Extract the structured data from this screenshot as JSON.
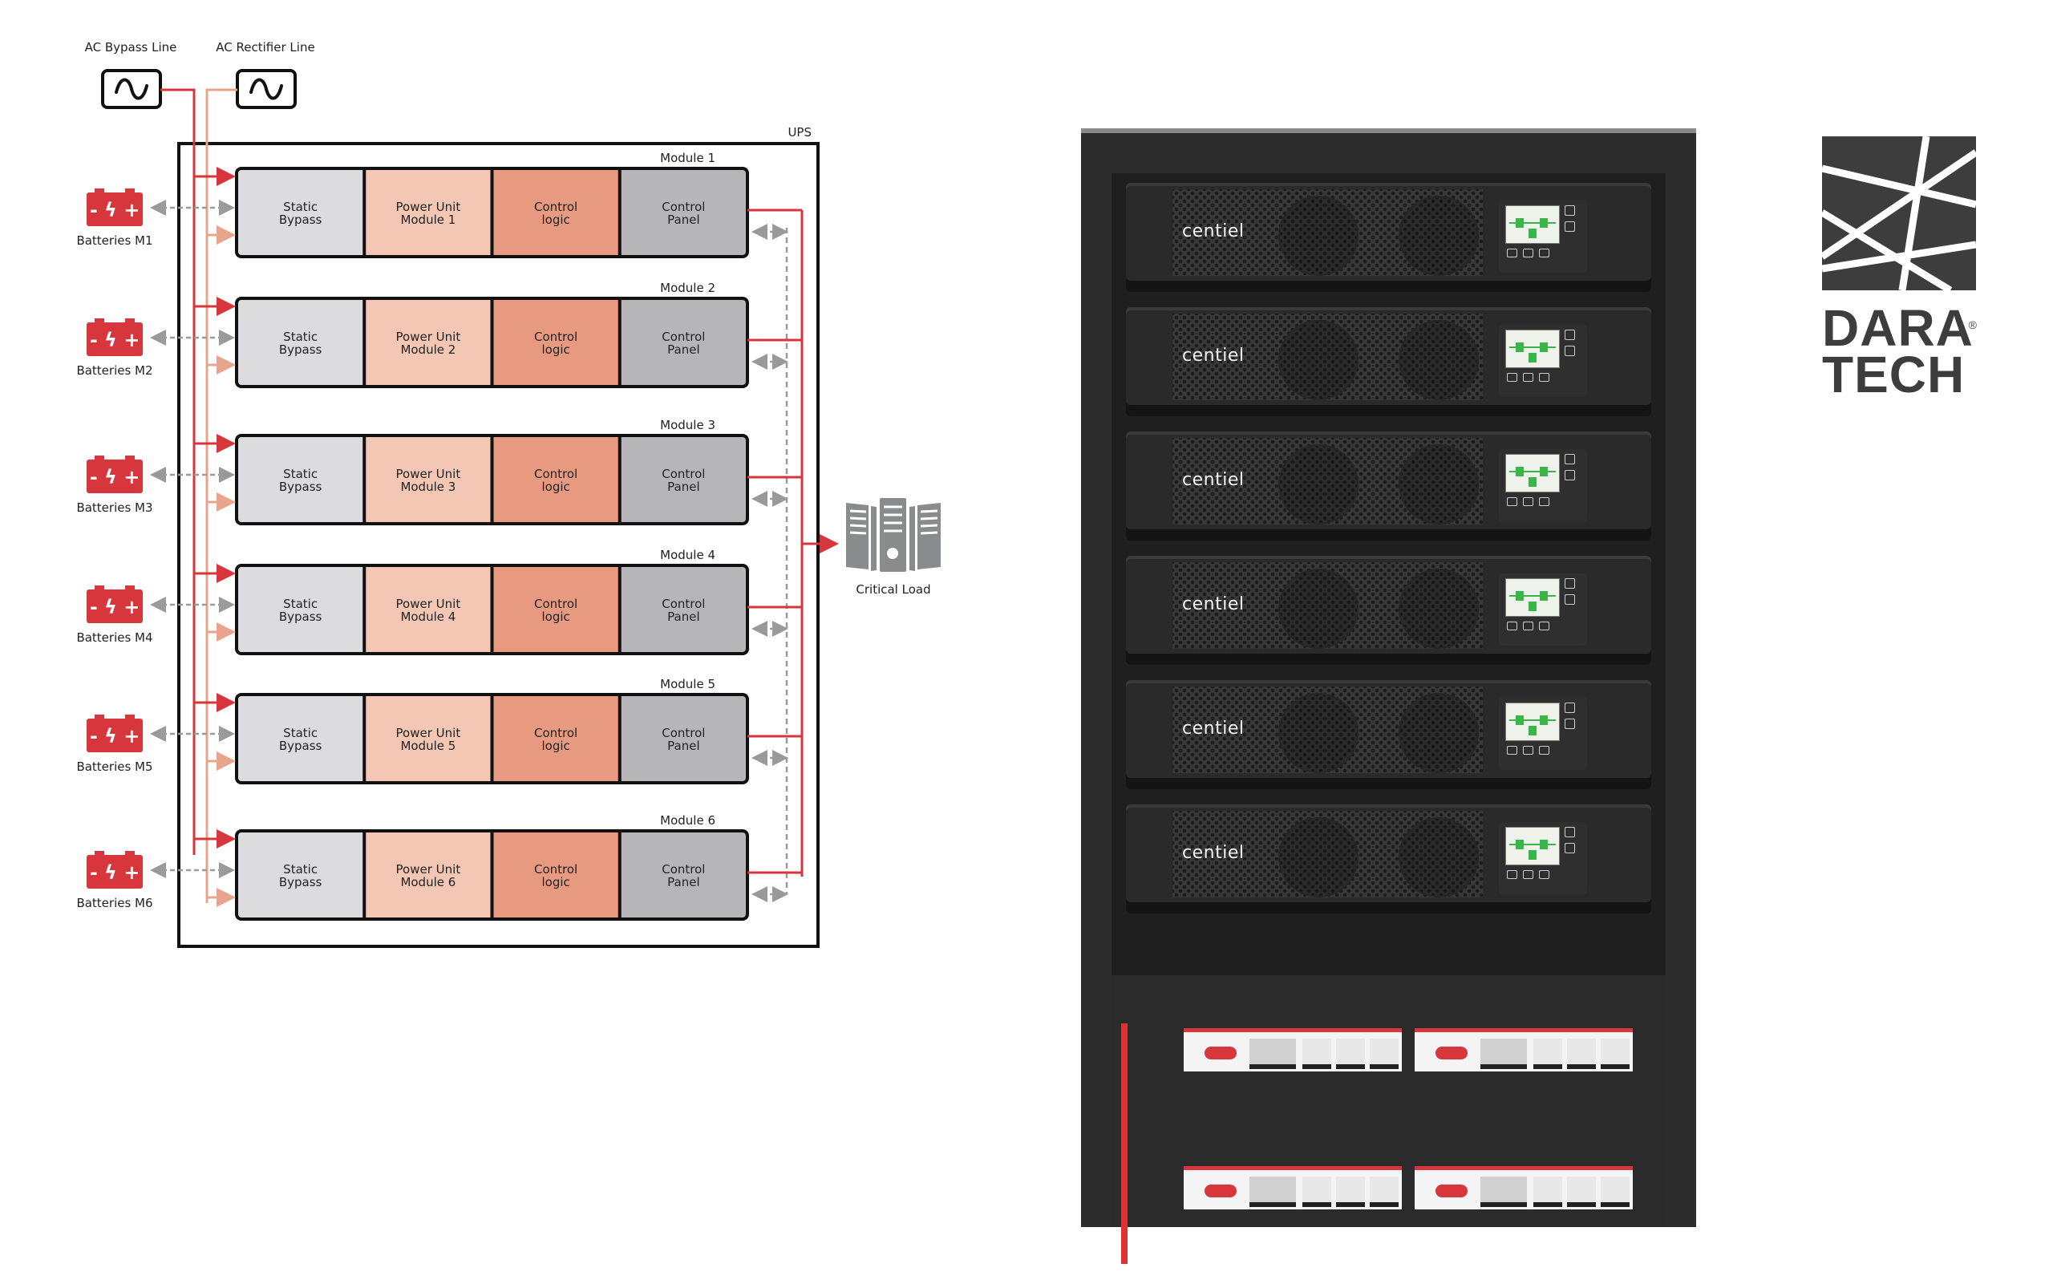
{
  "sources": {
    "bypass": {
      "label": "AC Bypass Line",
      "icon": "ac-sine-icon"
    },
    "rectifier": {
      "label": "AC Rectifier Line",
      "icon": "ac-sine-icon"
    }
  },
  "ups": {
    "label": "UPS",
    "modules": [
      {
        "title": "Module 1",
        "battery": "Batteries M1",
        "blocks": [
          "Static|Bypass",
          "Power Unit|Module 1",
          "Control|logic",
          "Control|Panel"
        ]
      },
      {
        "title": "Module 2",
        "battery": "Batteries M2",
        "blocks": [
          "Static|Bypass",
          "Power Unit|Module 2",
          "Control|logic",
          "Control|Panel"
        ]
      },
      {
        "title": "Module 3",
        "battery": "Batteries M3",
        "blocks": [
          "Static|Bypass",
          "Power Unit|Module 3",
          "Control|logic",
          "Control|Panel"
        ]
      },
      {
        "title": "Module 4",
        "battery": "Batteries M4",
        "blocks": [
          "Static|Bypass",
          "Power Unit|Module 4",
          "Control|logic",
          "Control|Panel"
        ]
      },
      {
        "title": "Module 5",
        "battery": "Batteries M5",
        "blocks": [
          "Static|Bypass",
          "Power Unit|Module 5",
          "Control|logic",
          "Control|Panel"
        ]
      },
      {
        "title": "Module 6",
        "battery": "Batteries M6",
        "blocks": [
          "Static|Bypass",
          "Power Unit|Module 6",
          "Control|logic",
          "Control|Panel"
        ]
      }
    ]
  },
  "load": {
    "label": "Critical Load",
    "icon": "server-rack-icon"
  },
  "colors": {
    "bypass_line": "#d6363c",
    "rectifier_line": "#e8a48c",
    "comm_line": "#9a9a9a",
    "static_bypass": "#dcdcde",
    "power_unit": "#f3c7b4",
    "control_logic": "#e79a7f",
    "control_panel": "#b6b5b8",
    "battery": "#d6363c",
    "load_icon": "#8a8b8d"
  },
  "rack": {
    "brand": "centiel",
    "module_count": 6,
    "breaker_count": 4
  },
  "logo": {
    "line1": "DARA",
    "line2": "TECH",
    "mark": "®"
  }
}
